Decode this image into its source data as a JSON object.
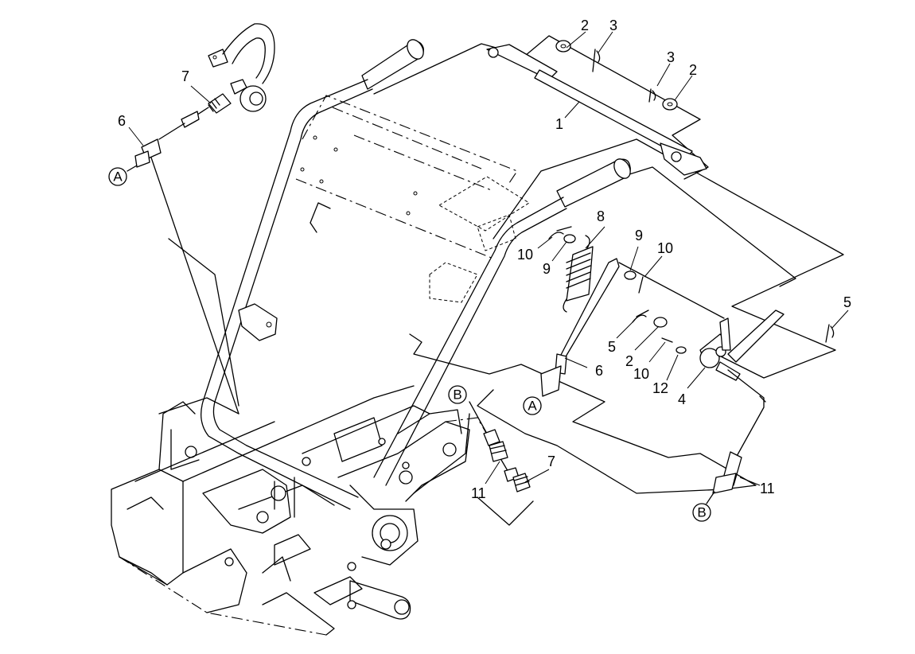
{
  "part_numbers": {
    "p1": "1",
    "p2a": "2",
    "p2b": "2",
    "p2c": "2",
    "p3a": "3",
    "p3b": "3",
    "p4": "4",
    "p5a": "5",
    "p5b": "5",
    "p6a": "6",
    "p6b": "6",
    "p7a": "7",
    "p7b": "7",
    "p8": "8",
    "p9a": "9",
    "p9b": "9",
    "p10a": "10",
    "p10b": "10",
    "p10c": "10",
    "p11a": "11",
    "p11b": "11",
    "p12": "12"
  },
  "connectors": {
    "a_top": "A",
    "a_bottom": "A",
    "b_top": "B",
    "b_bottom": "B"
  }
}
